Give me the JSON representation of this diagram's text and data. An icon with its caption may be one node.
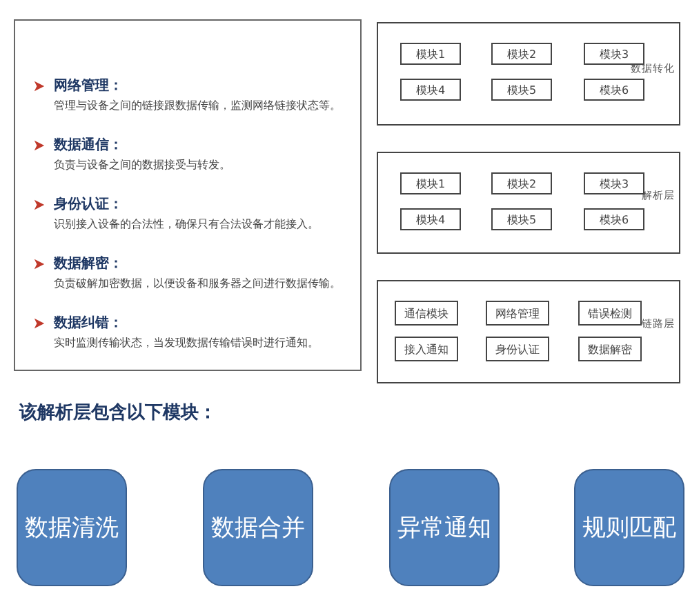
{
  "diagram": {
    "nodes": [
      {
        "text": [
          "网络管理：",
          "管理与设备之间的链接跟数据传输，监测网络链接状态等。",
          "数据通信：",
          "负责与设备之间的数据接受与转发。",
          "身份认证：",
          "识别接入设备的合法性，确保只有合法设备才能接入。",
          "数据解密：",
          "负责破解加密数据，以便设备和服务器之间进行数据传输。",
          "数据纠错：",
          "实时监测传输状态，当发现数据传输错误时进行通知。"
        ]
      },
      {
        "text": [
          "数据转化"
        ]
      },
      {
        "text": [
          "模块1"
        ],
        "in": 1
      },
      {
        "text": [
          "模块2"
        ],
        "in": 1
      },
      {
        "text": [
          "模块3"
        ],
        "in": 1
      },
      {
        "text": [
          "模块4"
        ],
        "in": 1
      },
      {
        "text": [
          "模块5"
        ],
        "in": 1
      },
      {
        "text": [
          "模块6"
        ],
        "in": 1
      },
      {
        "text": [
          "解析层"
        ]
      },
      {
        "text": [
          "模块1"
        ],
        "in": 8
      },
      {
        "text": [
          "模块2"
        ],
        "in": 8
      },
      {
        "text": [
          "模块3"
        ],
        "in": 8
      },
      {
        "text": [
          "模块4"
        ],
        "in": 8
      },
      {
        "text": [
          "模块5"
        ],
        "in": 8
      },
      {
        "text": [
          "模块6"
        ],
        "in": 8
      },
      {
        "text": [
          "链路层"
        ]
      },
      {
        "text": [
          "通信模块"
        ],
        "in": 15
      },
      {
        "text": [
          "网络管理"
        ],
        "in": 15
      },
      {
        "text": [
          "错误检测"
        ],
        "in": 15
      },
      {
        "text": [
          "接入通知"
        ],
        "in": 15
      },
      {
        "text": [
          "身份认证"
        ],
        "in": 15
      },
      {
        "text": [
          "数据解密"
        ],
        "in": 15
      },
      {
        "text": [
          "数据清洗"
        ]
      },
      {
        "text": [
          "数据合并"
        ]
      },
      {
        "text": [
          "异常通知"
        ]
      },
      {
        "text": [
          "规则匹配"
        ]
      }
    ],
    "labels": [
      "该解析层包含以下模块："
    ]
  }
}
